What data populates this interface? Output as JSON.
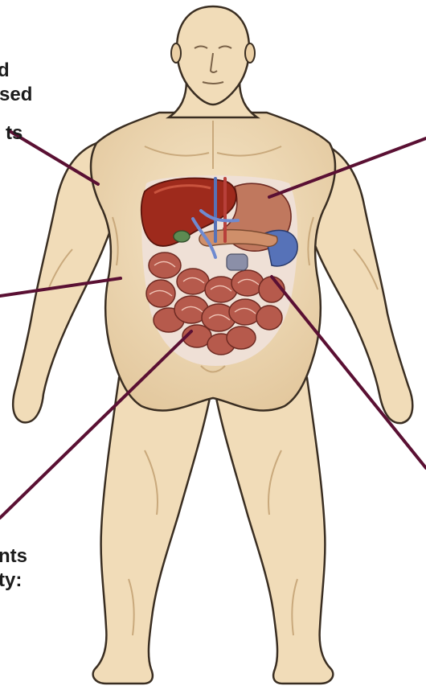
{
  "labels": {
    "top_left": [
      "d",
      "sed",
      "ts"
    ],
    "bottom_left": [
      "nts",
      "ty:"
    ]
  },
  "colors": {
    "skin": "#f1dcb8",
    "skin_shadow": "#d8bd92",
    "outline": "#3a2e22",
    "pointer": "#5a1033",
    "liver": "#9e2a1c",
    "stomach": "#c0785e",
    "intestine": "#b65a4c",
    "vessel": "#5672b8"
  }
}
